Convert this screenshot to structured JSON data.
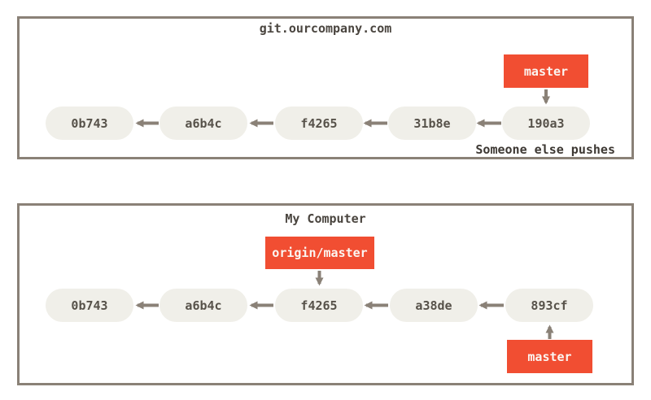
{
  "colors": {
    "background": "#ffffff",
    "box_border": "#8a8177",
    "node_fill": "#f0efe9",
    "node_text": "#57524a",
    "arrow": "#8a8177",
    "branch_fill": "#f14e32",
    "branch_text": "#fbf6f2",
    "title_text": "#4a453f",
    "annotation_text": "#3d3833"
  },
  "remote": {
    "title": "git.ourcompany.com",
    "annotation": "Someone else pushes",
    "branch_label": "master",
    "commits": [
      "0b743",
      "a6b4c",
      "f4265",
      "31b8e",
      "190a3"
    ]
  },
  "local": {
    "title": "My Computer",
    "remote_branch_label": "origin/master",
    "branch_label": "master",
    "commits": [
      "0b743",
      "a6b4c",
      "f4265",
      "a38de",
      "893cf"
    ]
  }
}
